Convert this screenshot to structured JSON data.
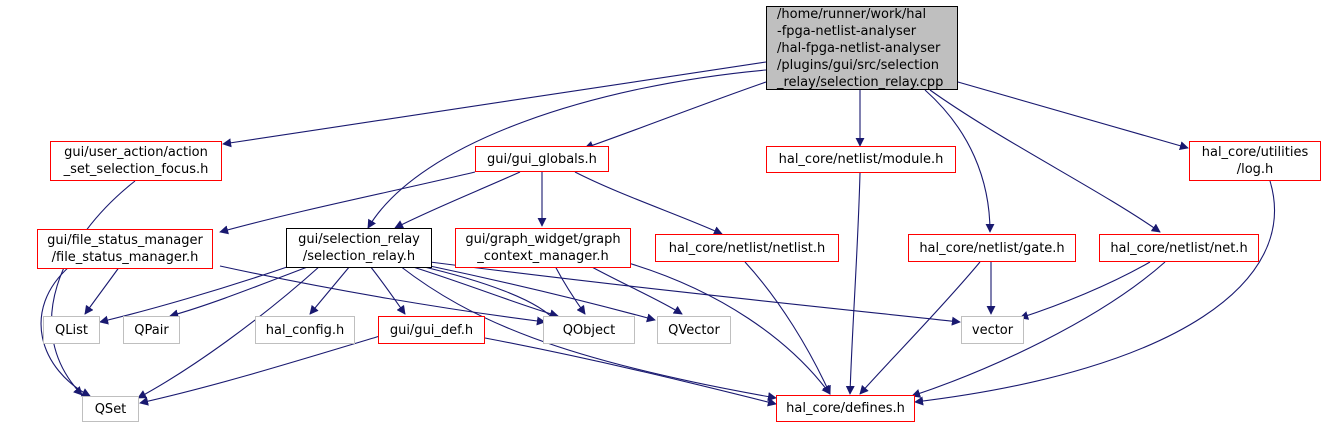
{
  "nodes": {
    "root": "/home/runner/work/hal\n-fpga-netlist-analyser\n/hal-fpga-netlist-analyser\n/plugins/gui/src/selection\n_relay/selection_relay.cpp",
    "action_set_selection_focus": "gui/user_action/action\n_set_selection_focus.h",
    "gui_globals": "gui/gui_globals.h",
    "module": "hal_core/netlist/module.h",
    "log": "hal_core/utilities\n/log.h",
    "file_status_manager": "gui/file_status_manager\n/file_status_manager.h",
    "selection_relay_h": "gui/selection_relay\n/selection_relay.h",
    "graph_context_manager": "gui/graph_widget/graph\n_context_manager.h",
    "netlist": "hal_core/netlist/netlist.h",
    "gate": "hal_core/netlist/gate.h",
    "net": "hal_core/netlist/net.h",
    "qlist": "QList",
    "qpair": "QPair",
    "hal_config": "hal_config.h",
    "gui_def": "gui/gui_def.h",
    "qobject": "QObject",
    "qvector": "QVector",
    "vector": "vector",
    "qset": "QSet",
    "defines": "hal_core/defines.h"
  },
  "colors": {
    "edge": "#191970",
    "documented_border": "#ff0000",
    "external_border": "#bfbfbf",
    "root_fill": "#bfbfbf"
  }
}
